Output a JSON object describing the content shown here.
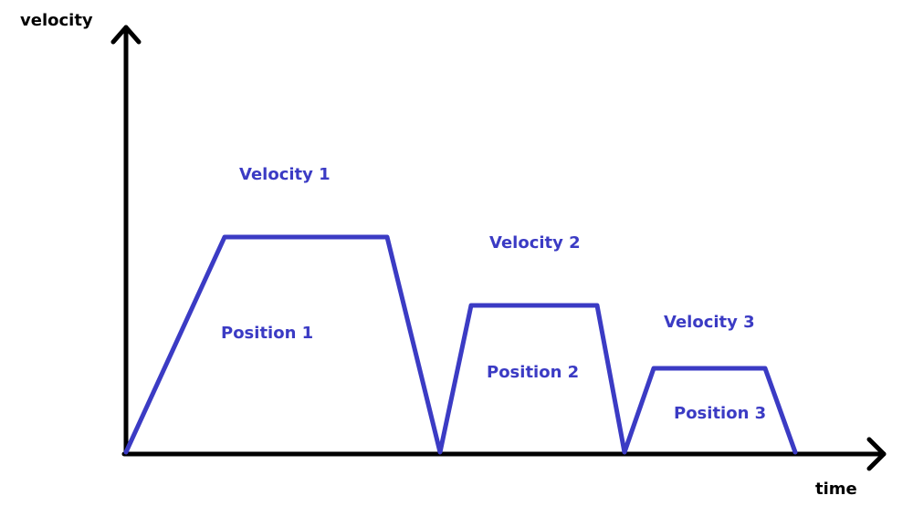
{
  "axes": {
    "y_label": "velocity",
    "x_label": "time"
  },
  "segments": [
    {
      "velocity_label": "Velocity 1",
      "position_label": "Position 1"
    },
    {
      "velocity_label": "Velocity 2",
      "position_label": "Position 2"
    },
    {
      "velocity_label": "Velocity 3",
      "position_label": "Position 3"
    }
  ],
  "colors": {
    "axis": "#000000",
    "profile": "#3b3bc4",
    "label": "#3b3bc4"
  }
}
